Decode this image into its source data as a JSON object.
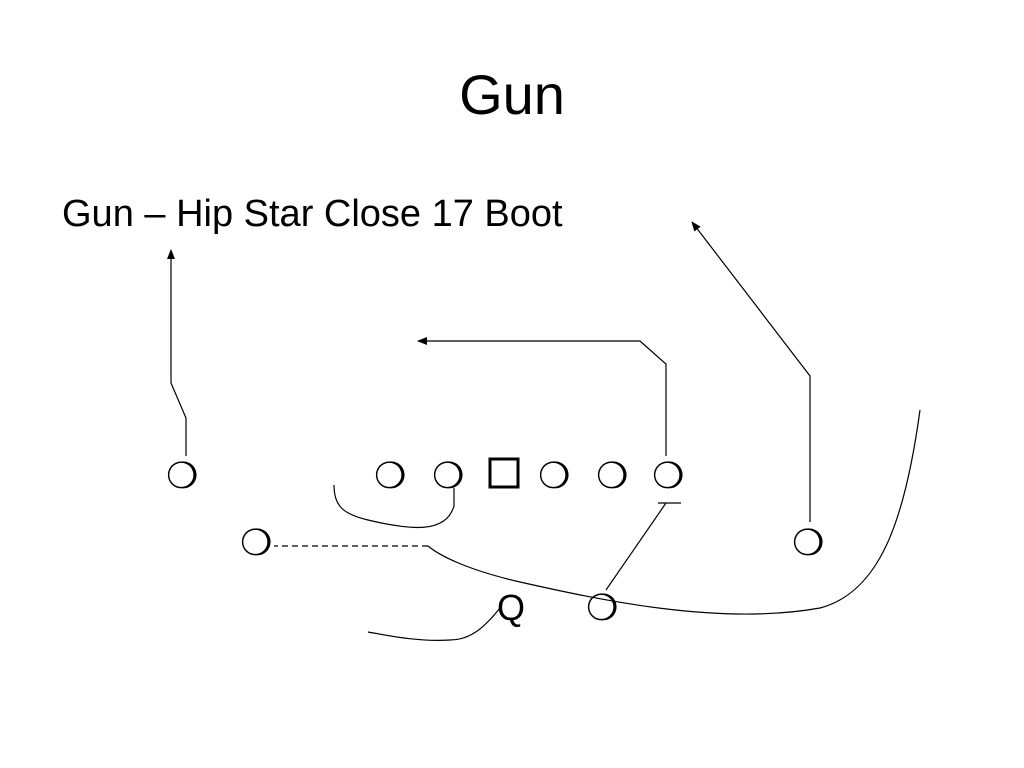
{
  "slide": {
    "title": "Gun",
    "play_name": "Gun – Hip Star Close 17 Boot"
  },
  "players": {
    "player_glyph": "❍",
    "qb_label": "Q"
  },
  "colors": {
    "ink": "#000000",
    "background": "#ffffff"
  }
}
